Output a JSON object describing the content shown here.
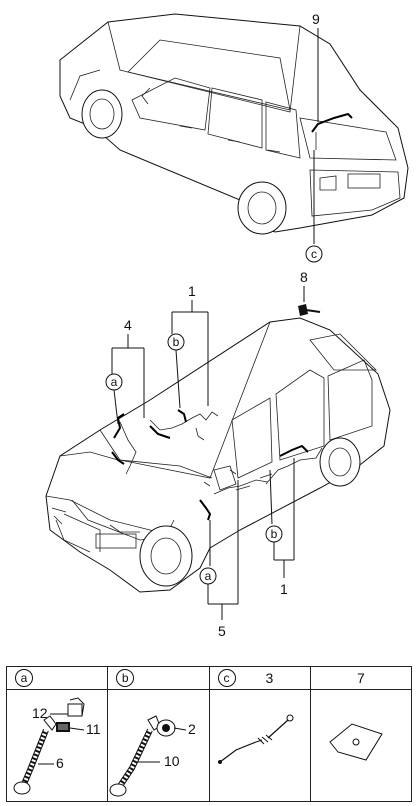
{
  "callouts": {
    "c1_top": "1",
    "c1_bottom": "1",
    "c2": "2",
    "c3": "3",
    "c4": "4",
    "c5": "5",
    "c6": "6",
    "c7": "7",
    "c8": "8",
    "c9": "9",
    "c10": "10",
    "c11": "11",
    "c12": "12"
  },
  "circle_labels": {
    "a": "a",
    "b": "b",
    "c": "c"
  },
  "legend": {
    "col_a_letter": "a",
    "col_b_letter": "b",
    "col_c_letter": "c",
    "col_c_number": "3",
    "col_d_number": "7"
  }
}
